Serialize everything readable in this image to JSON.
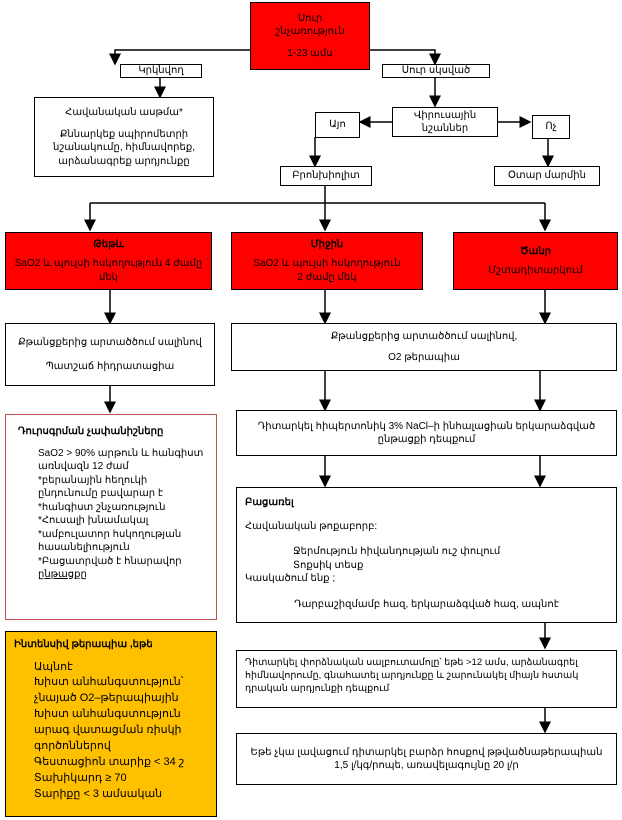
{
  "top": {
    "line1": "Սուր",
    "line2": "շնչառություն",
    "line3": "1-23 ամս"
  },
  "chronic": "Կրկնվող",
  "acute": "Սուր սկսված",
  "asthma": {
    "title": "Հավանական ասթմա*",
    "text1": "Քննարկեք սպիրոմետրի",
    "text2": "նշանակումը, հիմնավորեք,",
    "text3": "արձանագրեք արդյունքը"
  },
  "viral": {
    "line1": "Վիրուսային",
    "line2": "նշաններ"
  },
  "yes": "Այո",
  "no": "Ոչ",
  "bronchiolitis": "Բրոնխիոլիտ",
  "foreign": "Օտար մարմին",
  "mild": {
    "title": "Թեթև",
    "line1": "SaO2 և պուլսի հսկողություն 4 ժամը",
    "line2": "մեկ"
  },
  "moderate": {
    "title": "Միջին",
    "line1": "SaO2 և պուլսի հսկողություն",
    "line2": "2 ժամը մեկ"
  },
  "severe": {
    "title": "Ծանր",
    "line1": "Մշտադիտարկում"
  },
  "mild_care": {
    "line1": "Քթանցքերից արտածծում սալինով",
    "line2": "Պատշաճ  հիդրատացիա"
  },
  "mod_care": {
    "line1": "Քթանցքերից արտածծում սալինով,",
    "line2": "O2 թերապիա"
  },
  "discharge": {
    "title": "Դուրսգրման չափանիշները",
    "items": [
      "SaO2 > 90% արթուն և հանգիստ",
      "առնվազն 12 ժամ",
      "*բերանային հեղուկի",
      "ընդունումը բավարար է",
      "*հանգիստ շնչառություն",
      "*Հուսալի խնամակալ",
      "*ամբուլատոր հսկողության",
      "հասանելիություն",
      "*Բացատրված է հնարավոր",
      "ընթացքը"
    ]
  },
  "nacl": {
    "line1": "Դիտարկել հիպերտոնիկ 3% NaCl–ի ինհալացիան երկարաձգված",
    "line2": "ընթացքի դեպքում"
  },
  "exclude": {
    "title": "Բացառել",
    "sub": "Հավանական  թոքաբորբ:",
    "item1": "Ջերմություն հիվանդության ուշ փուլում",
    "item2": "Տոքսիկ տեսք",
    "note": "Կասկածում ենք ;",
    "end": "Դարբաշիզմամբ հազ, երկարաձգված հազ, ապնոէ"
  },
  "icu": {
    "title": "Ինտենսիվ թերապիա ,եթե",
    "items": [
      "Ապնոէ",
      "Խիստ  անհանգստություն՝",
      "չնայած O2–թերապիային",
      "Խիստ անհանգստություն",
      "արագ վատացման ռիսկի",
      "գործոններով",
      "Գեստացիոն տարիք < 34 շ",
      "Տախիկարդ  ≥ 70",
      "Տարիքը < 3 ամսական"
    ]
  },
  "cxr": {
    "line1": "Դիտարկել փորձնական սալբուտամոլը՝  եթե >12 ամս, արձանագրել",
    "line2": "հիմնավորումը, գնահատել արդյունքը և շարունակել միայն հստակ",
    "line3": "դրական արդյունքի դեպքում"
  },
  "hfnc": {
    "line1": "Եթե չկա լավացում դիտարկել բարձր հոսքով թթվածնաթերապիան",
    "line2": "1,5  լ/կգ/րոպե, առավելագույնը 20 լ/ր"
  }
}
